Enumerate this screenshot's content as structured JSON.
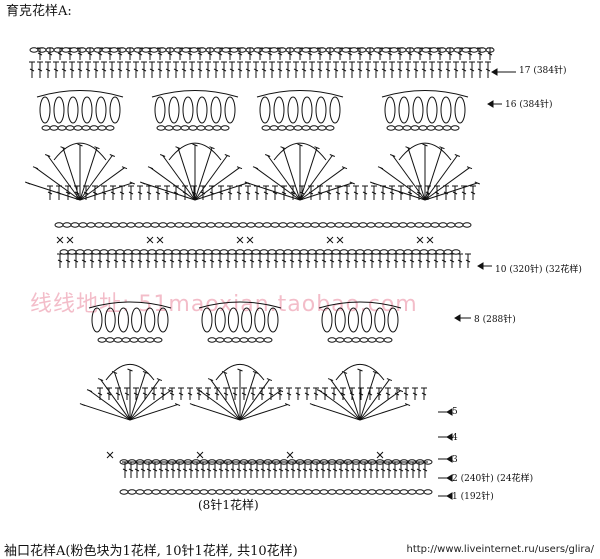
{
  "title": "育克花样A:",
  "pattern_note": "(8针1花样)",
  "footer_left": "袖口花样A(粉色块为1花样, 10针1花样, 共10花样)",
  "footer_right": "http://www.liveinternet.ru/users/glira/",
  "watermark": "线线地址: 51maoxian.taobao.com",
  "row_labels": [
    {
      "id": "r17",
      "text": "17 (384针)"
    },
    {
      "id": "r16",
      "text": "16 (384针)"
    },
    {
      "id": "r10",
      "text": "10 (320针) (32花样)"
    },
    {
      "id": "r8",
      "text": "8 (288针)"
    },
    {
      "id": "r5",
      "text": "5"
    },
    {
      "id": "r4",
      "text": "4"
    },
    {
      "id": "r3",
      "text": "3"
    },
    {
      "id": "r2",
      "text": "2 (240针)   (24花样)"
    },
    {
      "id": "r1",
      "text": "1 (192针)"
    }
  ],
  "colors": {
    "ink": "#111111",
    "watermark": "#f2b6c4",
    "arrow": "#111111"
  }
}
